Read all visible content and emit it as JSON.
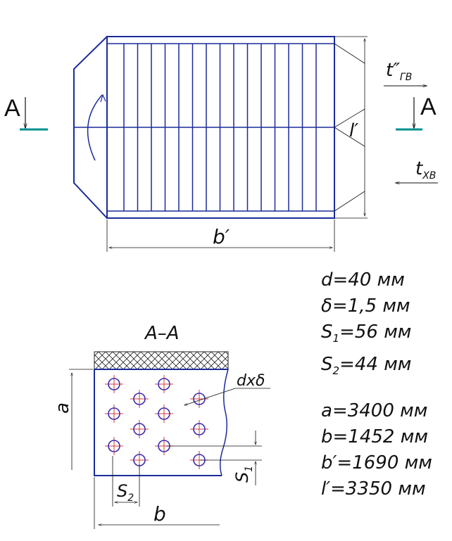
{
  "section_label": "A",
  "section_title": "A–A",
  "dim_b_prime": "b′",
  "dim_l_prime": "l′",
  "dim_a": "a",
  "dim_b": "b",
  "dim_S1": "S",
  "dim_S1_sub": "1",
  "dim_S2": "S",
  "dim_S2_sub": "2",
  "dim_d_delta": "dxδ",
  "t_hot": "t″",
  "t_hot_sub": "ГВ",
  "t_cold": "t",
  "t_cold_sub": "ХВ",
  "params_top": [
    {
      "name": "d",
      "sub": "",
      "value": "=40 мм"
    },
    {
      "name": "δ",
      "sub": "",
      "value": "=1,5 мм"
    },
    {
      "name": "S",
      "sub": "1",
      "value": "=56 мм"
    },
    {
      "name": "S",
      "sub": "2",
      "value": "=44 мм"
    }
  ],
  "params_bottom": [
    {
      "name": "a",
      "value": "=3400 мм"
    },
    {
      "name": "b",
      "value": "=1452 мм"
    },
    {
      "name": "b′",
      "value": "=1690 мм"
    },
    {
      "name": "l′",
      "value": "=3350 мм"
    }
  ],
  "colors": {
    "outline": "#1a2b9a",
    "section_line": "#008f8f",
    "centerline": "#d23b3b",
    "tube": "#3a2bb0"
  }
}
